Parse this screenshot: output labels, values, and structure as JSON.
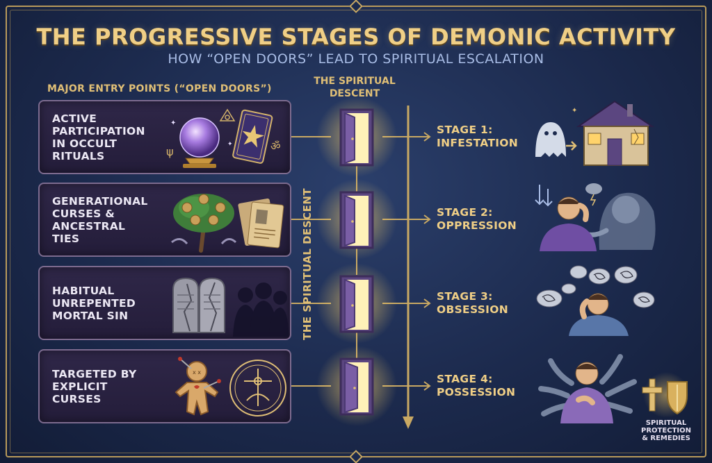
{
  "title": "THE PROGRESSIVE STAGES OF DEMONIC ACTIVITY",
  "subtitle": "HOW “OPEN DOORS” LEAD TO SPIRITUAL ESCALATION",
  "left_header": "MAJOR ENTRY POINTS (“OPEN DOORS”)",
  "mid_header_line1": "THE SPIRITUAL",
  "mid_header_line2": "DESCENT",
  "vertical_label": "THE SPIRITUAL DESCENT",
  "entries": [
    {
      "lines": [
        "ACTIVE",
        "PARTICIPATION",
        "IN OCCULT",
        "RITUALS"
      ]
    },
    {
      "lines": [
        "GENERATIONAL",
        "CURSES &",
        "ANCESTRAL TIES"
      ]
    },
    {
      "lines": [
        "HABITUAL",
        "UNREPENTED",
        "MORTAL SIN"
      ]
    },
    {
      "lines": [
        "TARGETED BY",
        "EXPLICIT CURSES"
      ]
    }
  ],
  "stages": [
    {
      "label": "STAGE 1:",
      "name": "INFESTATION"
    },
    {
      "label": "STAGE 2:",
      "name": "OPPRESSION"
    },
    {
      "label": "STAGE 3:",
      "name": "OBSESSION"
    },
    {
      "label": "STAGE 4:",
      "name": "POSSESSION"
    }
  ],
  "remedy": {
    "line1": "SPIRITUAL",
    "line2": "PROTECTION",
    "line3": "& REMEDIES"
  },
  "colors": {
    "gold": "#f0cf86",
    "panel": "#2f2748",
    "background": "#1c2a4d",
    "door_glow": "#ffd36b"
  }
}
